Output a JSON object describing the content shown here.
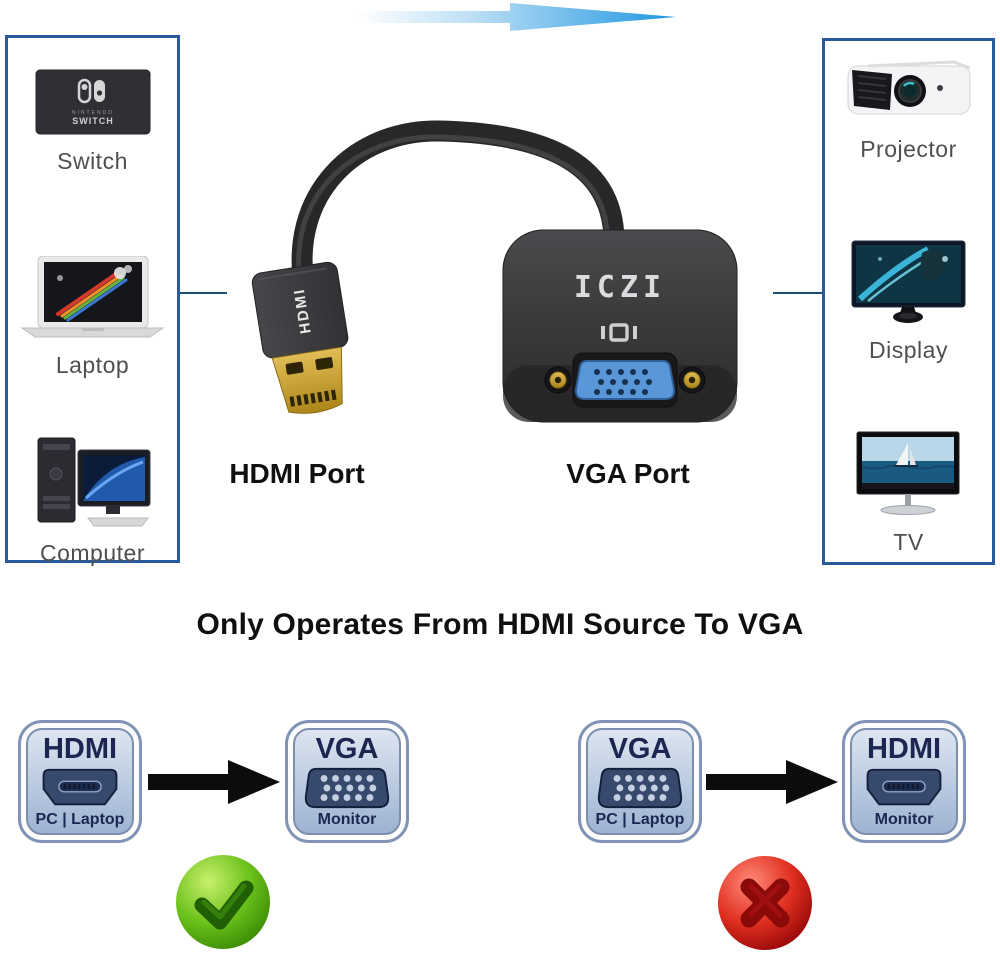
{
  "headline": {
    "text": "Only Operates From HDMI Source To VGA"
  },
  "source_panel": {
    "items": [
      {
        "label": "Switch",
        "icon": "nintendo-switch-dock-icon"
      },
      {
        "label": "Laptop",
        "icon": "laptop-icon"
      },
      {
        "label": "Computer",
        "icon": "desktop-computer-icon"
      }
    ]
  },
  "target_panel": {
    "items": [
      {
        "label": "Projector",
        "icon": "projector-icon"
      },
      {
        "label": "Display",
        "icon": "monitor-display-icon"
      },
      {
        "label": "TV",
        "icon": "tv-icon"
      }
    ]
  },
  "product": {
    "brand": "ICZI",
    "plug_text": "HDMI",
    "hdmi_port_label": "HDMI Port",
    "vga_port_label": "VGA Port"
  },
  "diagrams": [
    {
      "source": {
        "title": "HDMI",
        "subtitle": "PC | Laptop",
        "icon": "hdmi-port-icon"
      },
      "target": {
        "title": "VGA",
        "subtitle": "Monitor",
        "icon": "vga-port-icon"
      },
      "result": "supported",
      "result_icon": "check-icon"
    },
    {
      "source": {
        "title": "VGA",
        "subtitle": "PC | Laptop",
        "icon": "vga-port-icon"
      },
      "target": {
        "title": "HDMI",
        "subtitle": "Monitor",
        "icon": "hdmi-port-icon"
      },
      "result": "not-supported",
      "result_icon": "cross-icon"
    }
  ],
  "colors": {
    "accent_blue": "#1f97e0",
    "panel_border": "#2a5a9e",
    "connector_line": "#1a4f7a",
    "badge_border": "#8094b5",
    "badge_text": "#1b2750",
    "success_green": "#4f9d0a",
    "error_red": "#c01818",
    "arrow_black": "#0c0c0c"
  }
}
